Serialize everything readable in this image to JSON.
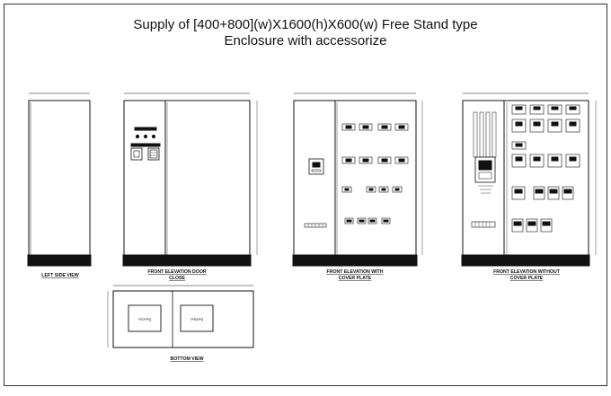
{
  "title": {
    "line1": "Supply of [400+800](w)X1600(h)X600(w) Free Stand type",
    "line2": "Enclosure with accessorize"
  },
  "views": {
    "left_side": "LEFT SIDE VIEW",
    "front_door_close_1": "FRONT ELEVATION DOOR",
    "front_door_close_2": "CLOSE",
    "front_cover_1": "FRONT ELEVATION WITH",
    "front_cover_2": "COVER PLATE",
    "front_without_1": "FRONT ELEVATION WITHOUT",
    "front_without_2": "COVER PLATE",
    "bottom": "BOTTOM VIEW"
  },
  "bottom_view": {
    "incoming": "Incoming",
    "outgoing": "Outgoing"
  }
}
